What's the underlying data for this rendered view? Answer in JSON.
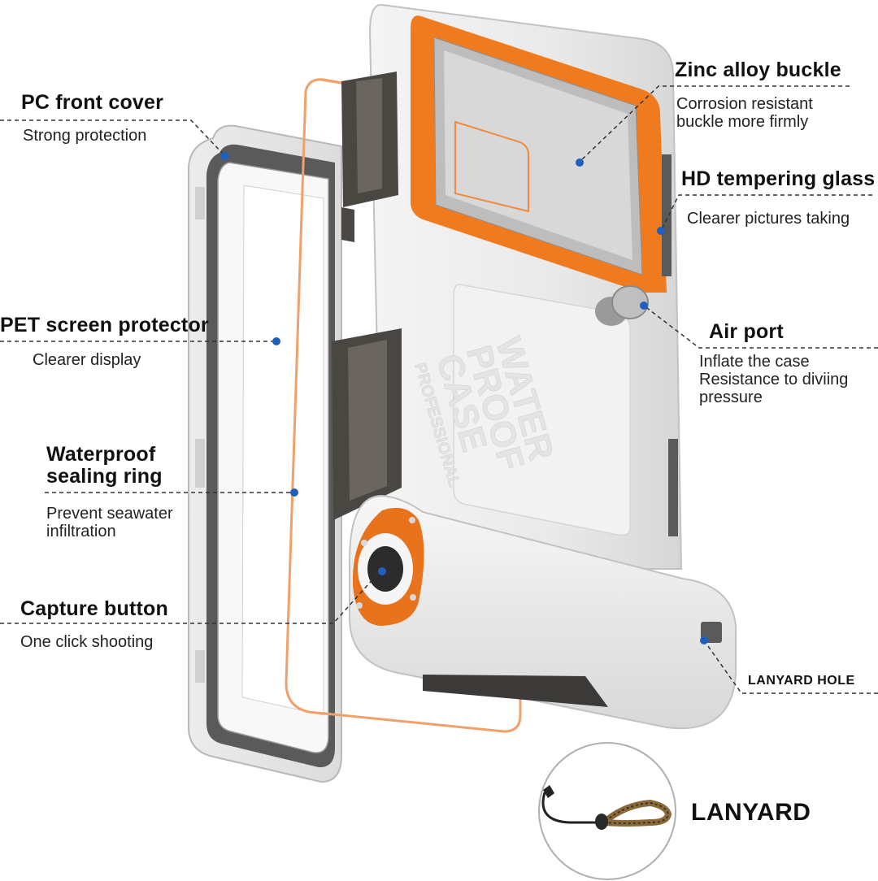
{
  "callouts": {
    "pc_front_cover": {
      "title": "PC front cover",
      "desc": "Strong protection"
    },
    "zinc_alloy_buckle": {
      "title": "Zinc alloy buckle",
      "desc_line1": "Corrosion resistant",
      "desc_line2": "buckle more firmly"
    },
    "hd_glass": {
      "title": "HD tempering glass",
      "desc": "Clearer pictures taking"
    },
    "pet_screen": {
      "title": "PET screen protector",
      "desc": "Clearer display"
    },
    "air_port": {
      "title": "Air port",
      "desc_line1": "Inflate the case",
      "desc_line2": "Resistance to diviing",
      "desc_line3": "pressure"
    },
    "sealing_ring": {
      "title_line1": "Waterproof",
      "title_line2": "sealing ring",
      "desc_line1": "Prevent seawater",
      "desc_line2": "infiltration"
    },
    "capture_button": {
      "title": "Capture button",
      "desc": "One click shooting"
    },
    "lanyard_hole": {
      "title": "LANYARD HOLE"
    }
  },
  "lanyard": {
    "label": "LANYARD"
  },
  "product_print": {
    "line1": "WATER",
    "line2": "PROOF",
    "line3": "CASE",
    "line4": "PROFESSIONAL"
  },
  "colors": {
    "accent_orange": "#f07a1e",
    "callout_dot": "#1f5fbf",
    "case_white": "#eeeeee",
    "hinge_dark": "#4a4642"
  }
}
